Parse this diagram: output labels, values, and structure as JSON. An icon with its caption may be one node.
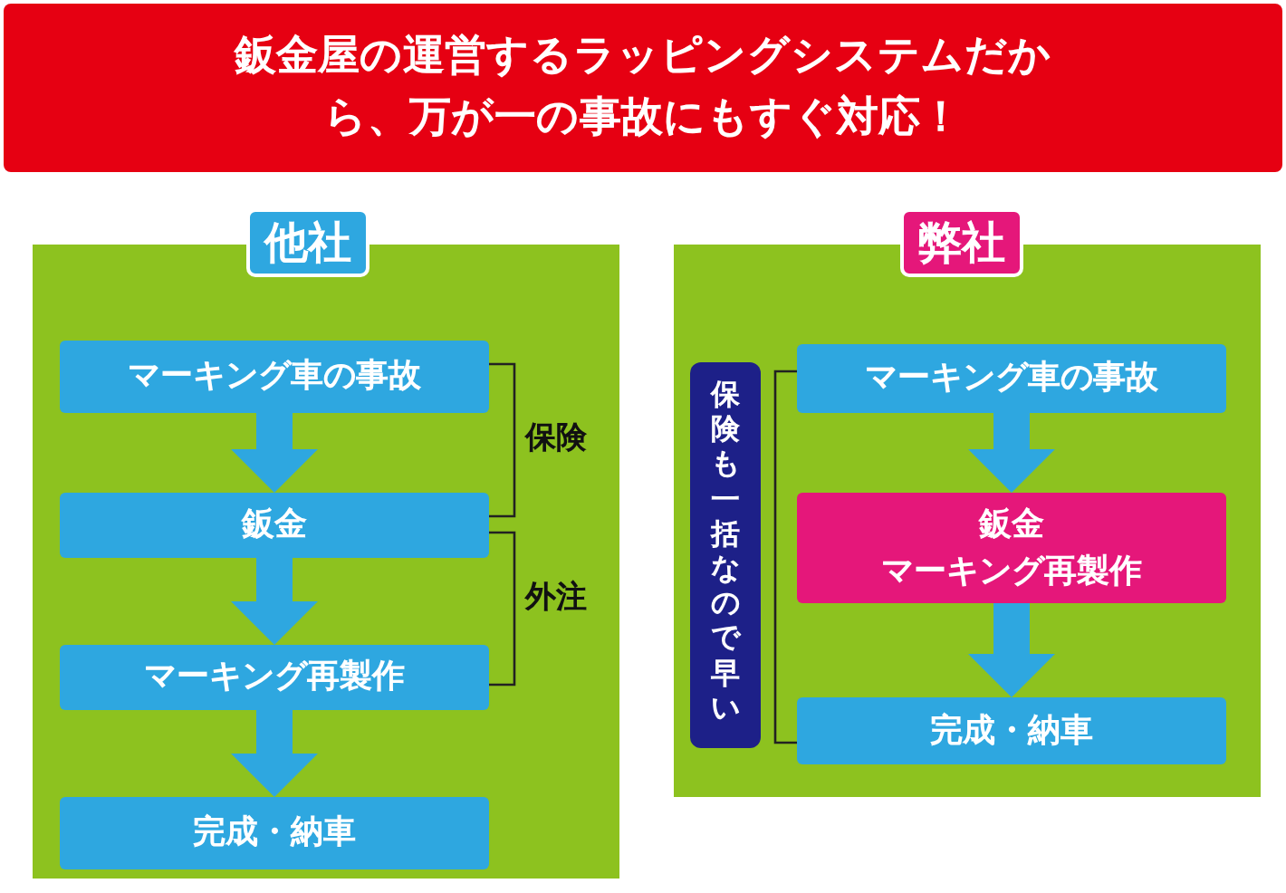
{
  "diagram": {
    "title": "鈑金屋の運営するラッピングシステムだから、万が一の事故にもすぐ対応！",
    "nodes": [
      {
        "text": [
          "他社"
        ]
      },
      {
        "text": [
          "マーキング車の事故"
        ],
        "in": 0
      },
      {
        "text": [
          "鈑金"
        ],
        "in": 0
      },
      {
        "text": [
          "マーキング再製作"
        ],
        "in": 0
      },
      {
        "text": [
          "完成・納車"
        ],
        "in": 0
      },
      {
        "text": [
          "弊社"
        ]
      },
      {
        "text": [
          "保険も一括なので早い"
        ],
        "in": 5
      },
      {
        "text": [
          "マーキング車の事故"
        ],
        "in": 5
      },
      {
        "text": [
          "鈑金",
          "マーキング再製作"
        ],
        "in": 5
      },
      {
        "text": [
          "完成・納車"
        ],
        "in": 5
      }
    ],
    "edges": [
      {
        "from": 1,
        "to": 2,
        "arrow": "to"
      },
      {
        "from": 2,
        "to": 3,
        "arrow": "to"
      },
      {
        "from": 3,
        "to": 4,
        "arrow": "to"
      },
      {
        "from": 7,
        "to": 8,
        "arrow": "to"
      },
      {
        "from": 8,
        "to": 9,
        "arrow": "to"
      }
    ],
    "labels": [
      "保険",
      "外注"
    ]
  }
}
